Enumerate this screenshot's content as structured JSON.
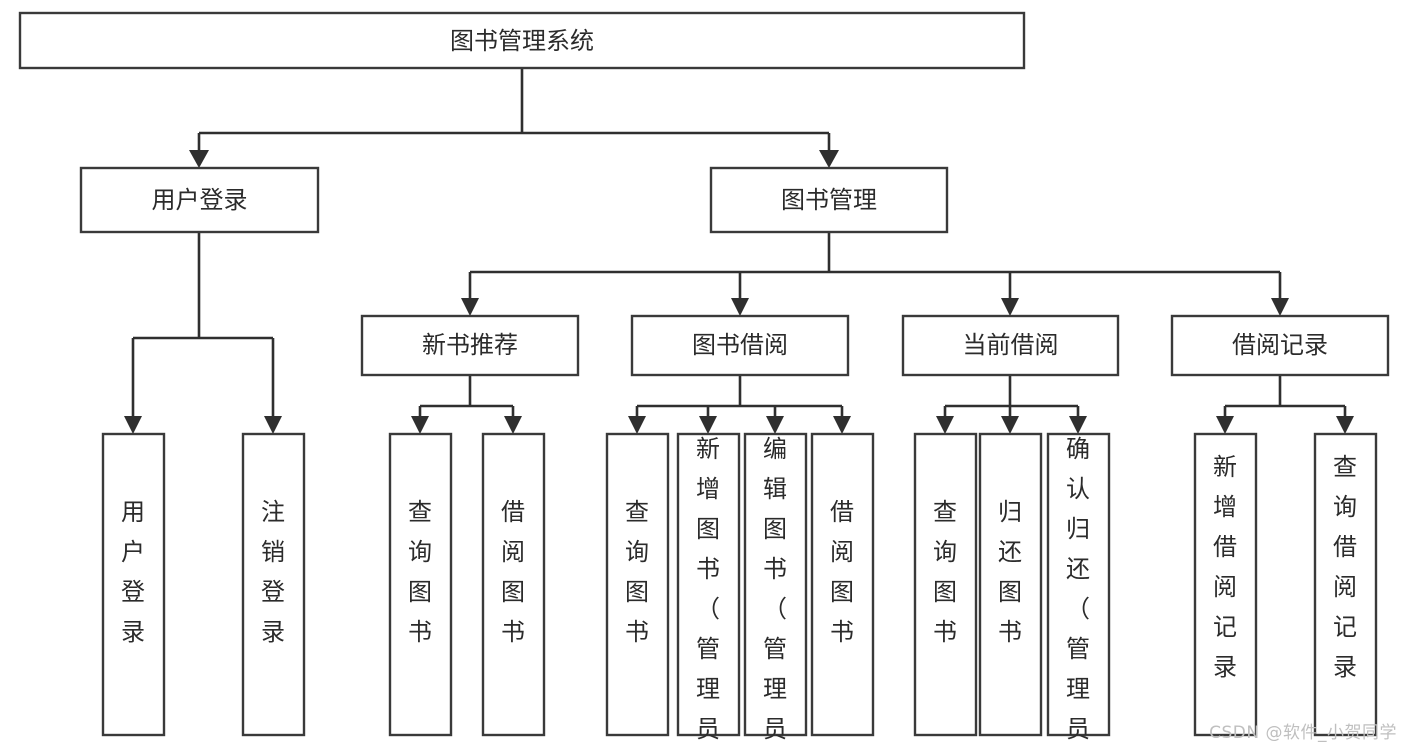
{
  "diagram": {
    "type": "tree",
    "title": "图书管理系统",
    "root": {
      "id": "root",
      "label": "图书管理系统"
    },
    "level2": [
      {
        "id": "user-login",
        "label": "用户登录"
      },
      {
        "id": "book-management",
        "label": "图书管理"
      }
    ],
    "level3": [
      {
        "id": "new-book-recommend",
        "label": "新书推荐",
        "parent": "book-management"
      },
      {
        "id": "book-borrow",
        "label": "图书借阅",
        "parent": "book-management"
      },
      {
        "id": "current-borrow",
        "label": "当前借阅",
        "parent": "book-management"
      },
      {
        "id": "borrow-record",
        "label": "借阅记录",
        "parent": "book-management"
      }
    ],
    "leaves": [
      {
        "id": "leaf-user-login",
        "label": "用户登录",
        "parent": "user-login"
      },
      {
        "id": "leaf-user-logout",
        "label": "注销登录",
        "parent": "user-login"
      },
      {
        "id": "leaf-query-book-1",
        "label": "查询图书",
        "parent": "new-book-recommend"
      },
      {
        "id": "leaf-borrow-book-1",
        "label": "借阅图书",
        "parent": "new-book-recommend"
      },
      {
        "id": "leaf-query-book-2",
        "label": "查询图书",
        "parent": "book-borrow"
      },
      {
        "id": "leaf-add-book",
        "label": "新增图书（管理员）",
        "parent": "book-borrow"
      },
      {
        "id": "leaf-edit-book",
        "label": "编辑图书（管理员）",
        "parent": "book-borrow"
      },
      {
        "id": "leaf-borrow-book-2",
        "label": "借阅图书",
        "parent": "book-borrow"
      },
      {
        "id": "leaf-query-book-3",
        "label": "查询图书",
        "parent": "current-borrow"
      },
      {
        "id": "leaf-return-book",
        "label": "归还图书",
        "parent": "current-borrow"
      },
      {
        "id": "leaf-confirm-return",
        "label": "确认归还（管理员）",
        "parent": "current-borrow"
      },
      {
        "id": "leaf-add-record",
        "label": "新增借阅记录",
        "parent": "borrow-record"
      },
      {
        "id": "leaf-query-record",
        "label": "查询借阅记录",
        "parent": "borrow-record"
      }
    ],
    "colors": {
      "box_stroke": "#3a3a3a",
      "box_fill": "#ffffff",
      "text": "#2b2b2b",
      "edge": "#2f2f2f",
      "background": "#ffffff",
      "watermark": "#bfbfbf"
    }
  },
  "watermark": {
    "text": "CSDN @软件_小贺同学"
  }
}
